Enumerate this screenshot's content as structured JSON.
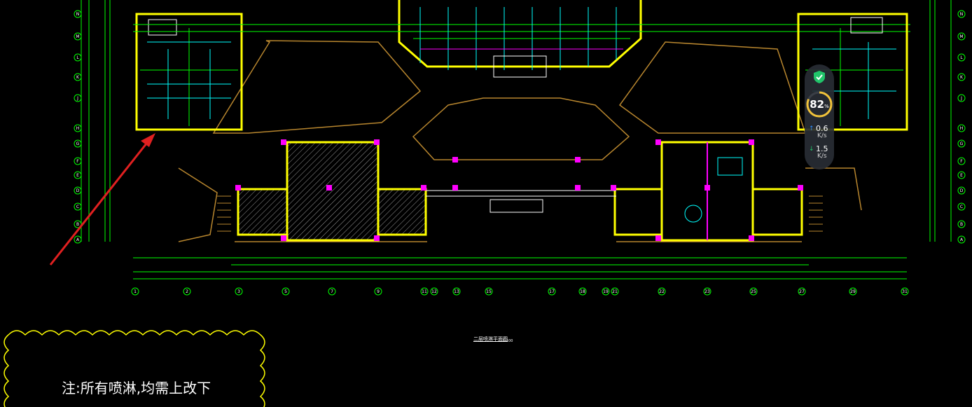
{
  "note": {
    "text": "注:所有喷淋,均需上改下"
  },
  "drawing_title": {
    "text": "二层喷淋平面图",
    "scale": "1:100"
  },
  "grid_axes": {
    "left_labels": [
      "N",
      "M",
      "L",
      "K",
      "J",
      "H",
      "G",
      "F",
      "E",
      "D",
      "C",
      "B",
      "A"
    ],
    "right_labels": [
      "N",
      "M",
      "L",
      "K",
      "J",
      "H",
      "G",
      "F",
      "E",
      "D",
      "C",
      "B",
      "A"
    ],
    "bottom_labels": [
      "1",
      "2",
      "3",
      "5",
      "7",
      "9",
      "11",
      "12",
      "13",
      "15",
      "17",
      "18",
      "19",
      "21",
      "22",
      "23",
      "25",
      "27",
      "29",
      "31"
    ]
  },
  "network_monitor": {
    "status_icon": "shield-check-icon",
    "usage_percent": "82",
    "usage_unit": "%",
    "upload_value": "0.6",
    "upload_unit": "K/s",
    "download_value": "1.5",
    "download_unit": "K/s",
    "colors": {
      "shield": "#21c46a",
      "gauge_ring": "#f0c23a",
      "upload": "#2f8fff",
      "download": "#21c46a"
    }
  },
  "colors": {
    "background": "#000000",
    "grid_line": "#00ff00",
    "walls": "#ffff00",
    "columns": "#ff00ff",
    "pipes": "#00ffff",
    "outline": "#b8862e",
    "annotation_arrow": "#e02020",
    "revision_cloud": "#ffff00"
  }
}
